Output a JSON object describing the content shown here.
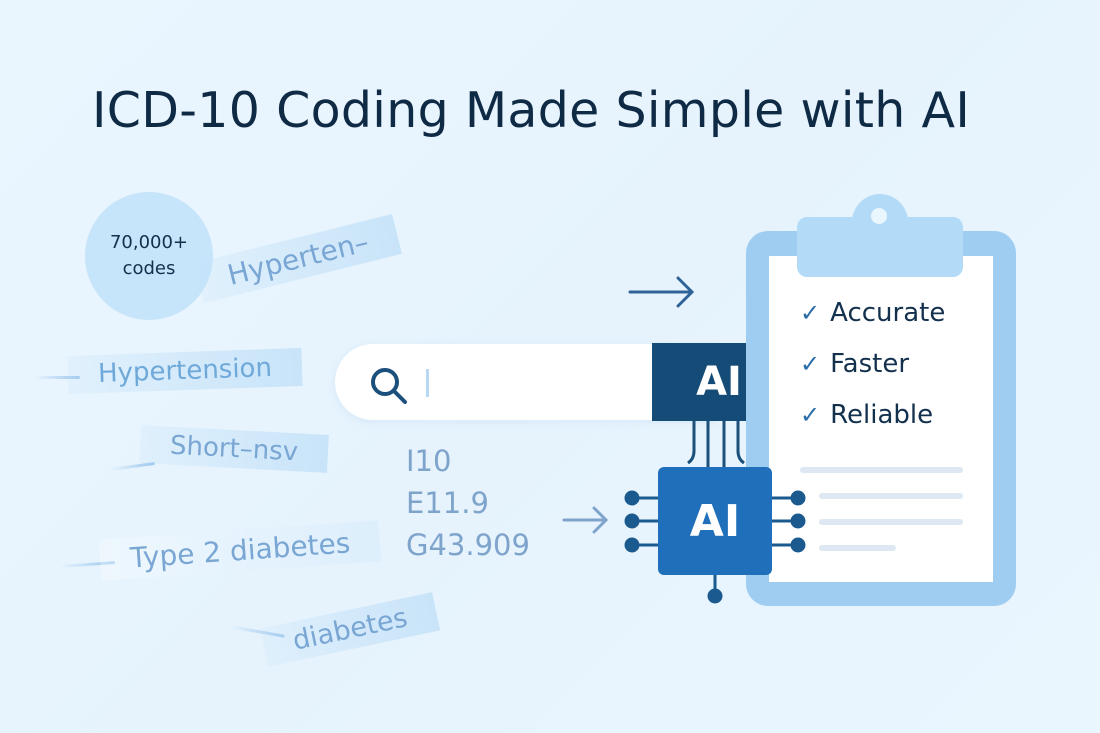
{
  "title": "ICD-10 Coding Made Simple with AI",
  "stat": {
    "value": "70,000+",
    "label": "codes"
  },
  "ribbons": [
    "Hyperten–",
    "Hypertension",
    "Short–nsv",
    "Type 2 diabetes",
    "diabetes"
  ],
  "search": {
    "value": "",
    "icon": "search-icon",
    "ai_label": "AI"
  },
  "codes": [
    "I10",
    "E11.9",
    "G43.909"
  ],
  "chip": {
    "label": "AI",
    "icon": "ai-chip-icon"
  },
  "checklist": {
    "items": [
      "Accurate",
      "Faster",
      "Reliable"
    ],
    "check_icon": "✓"
  },
  "colors": {
    "background": "#eaf6fe",
    "title": "#0f2a44",
    "ai_dark": "#154c77",
    "chip_blue": "#1f6fba",
    "clipboard": "#9fcdf1",
    "ribbon_text": "#7aa6d4"
  }
}
